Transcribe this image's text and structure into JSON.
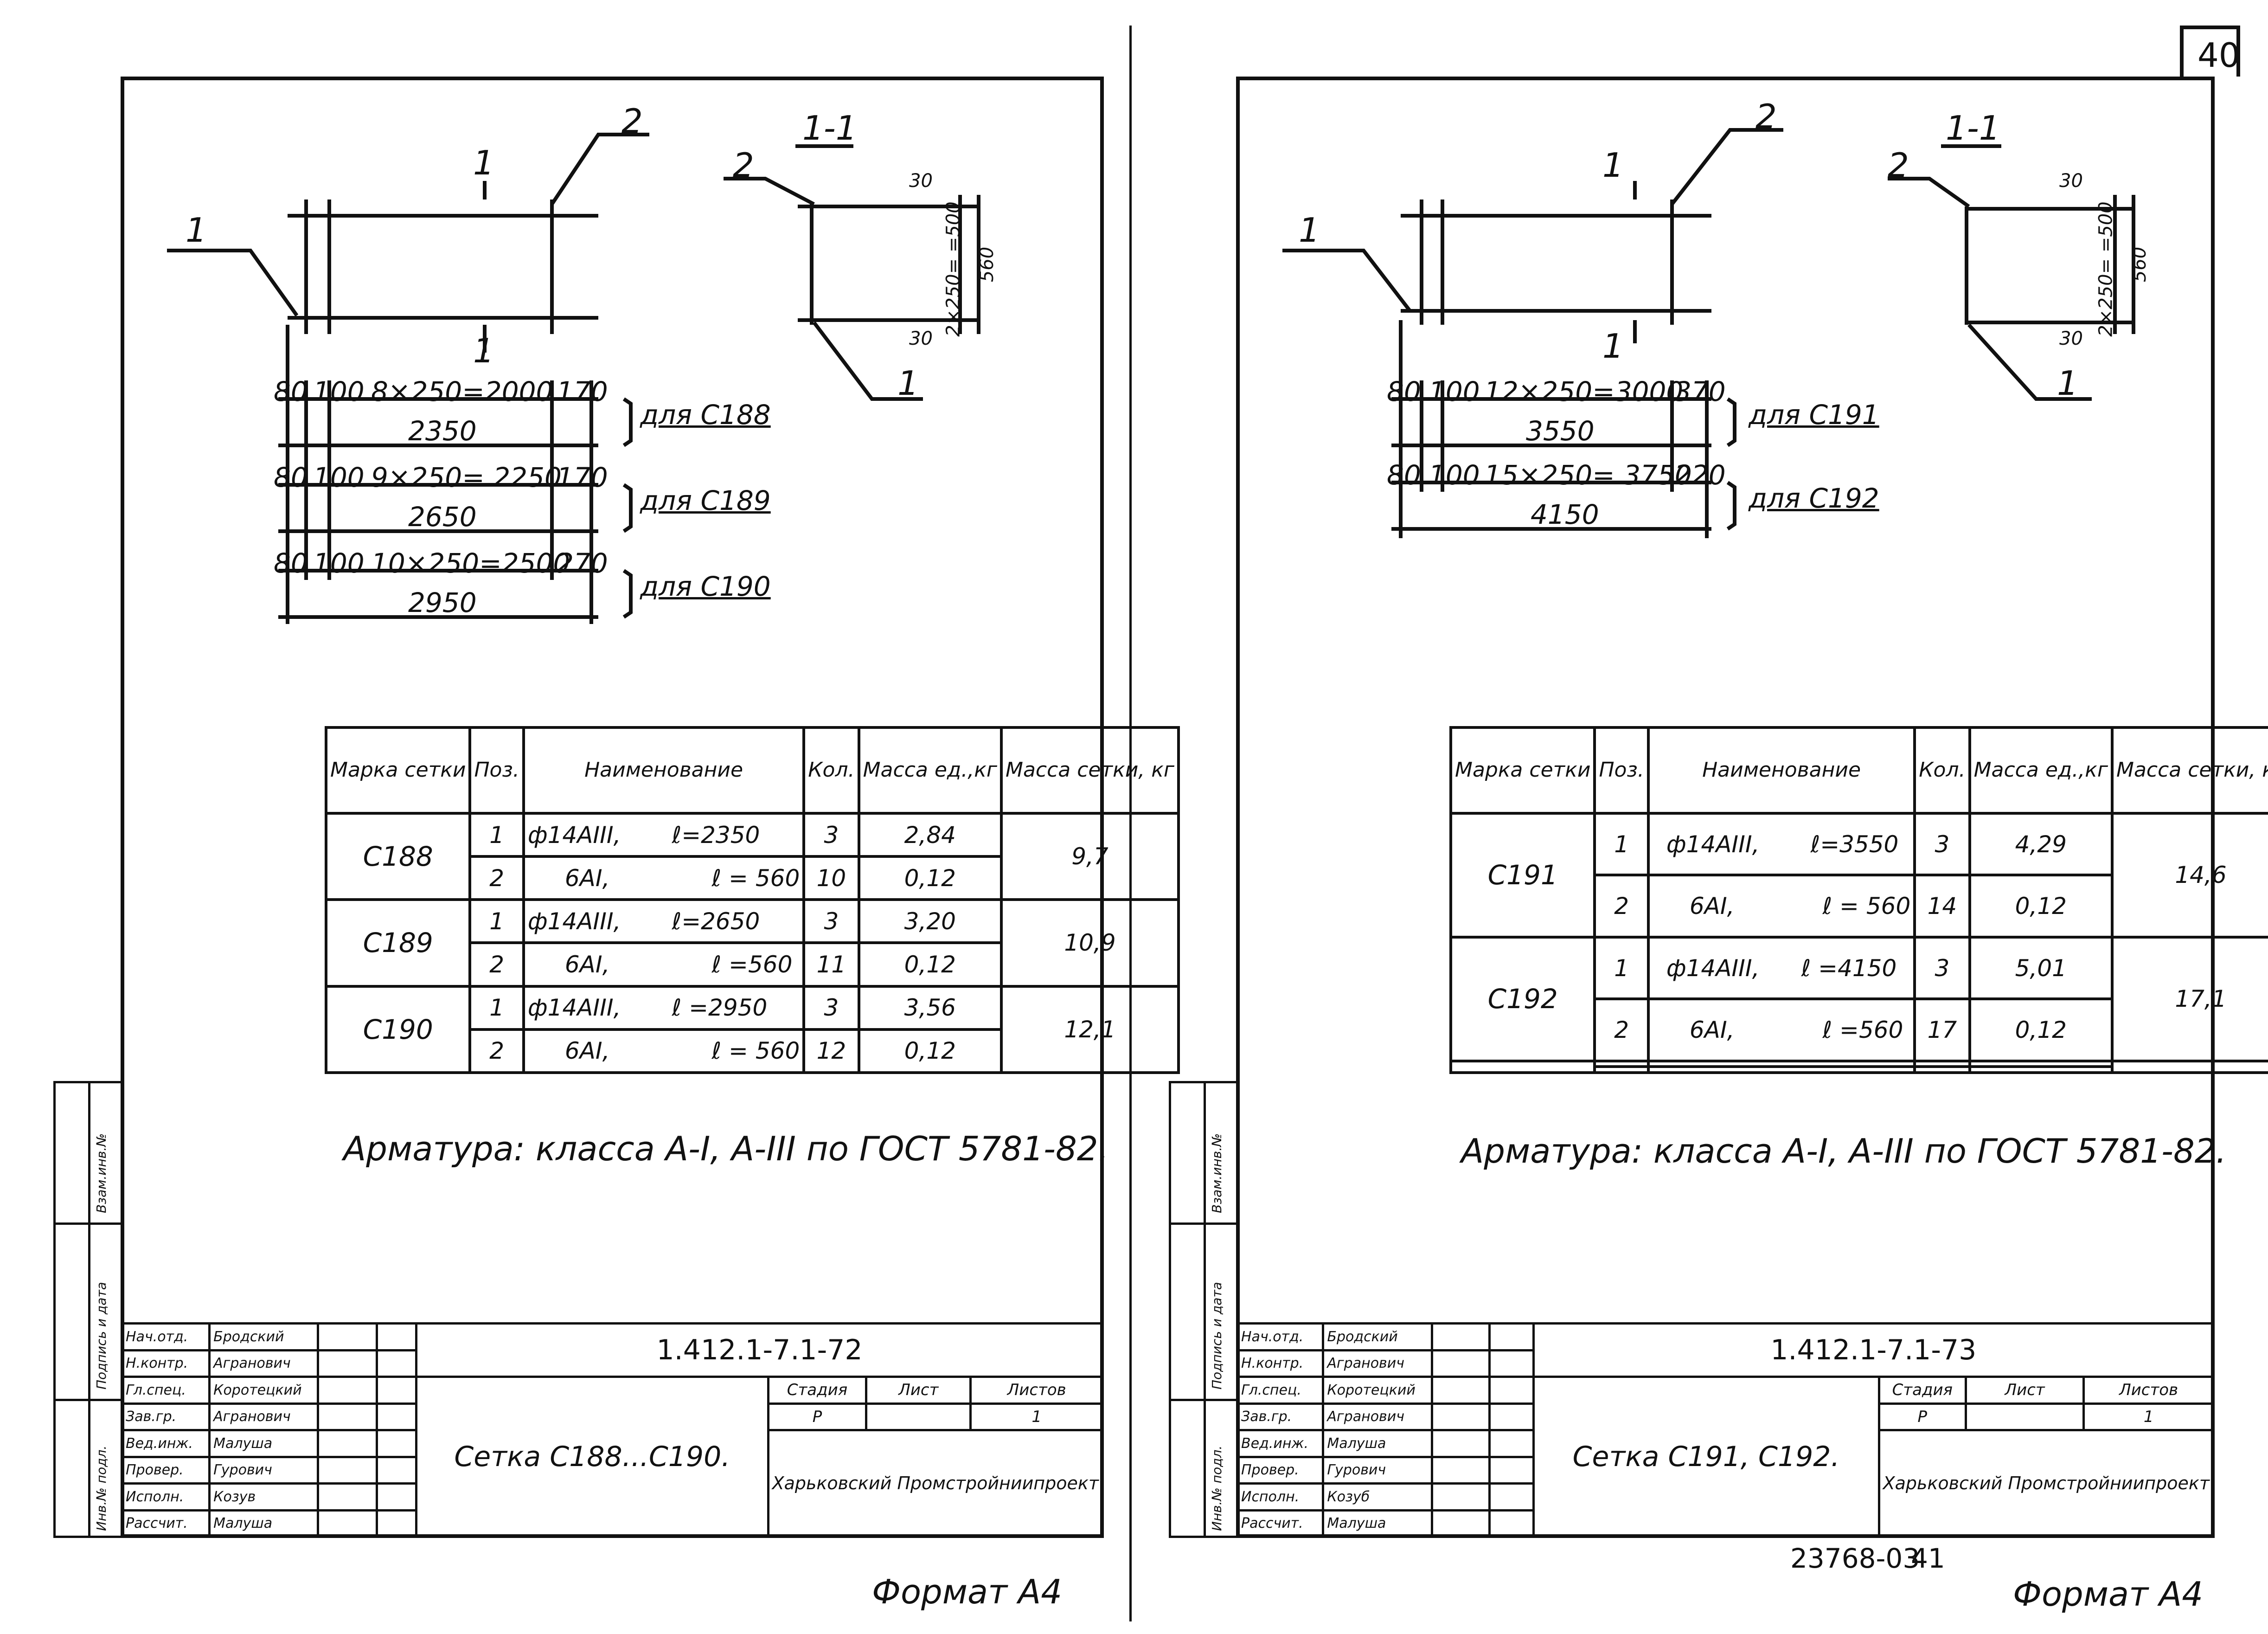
{
  "page_number": "40",
  "bottom_stamp": {
    "number": "23768-03",
    "page": "41"
  },
  "left": {
    "section_label": "1-1",
    "dim_1_1_top": "30",
    "dim_1_1_mid": "2×250= =500",
    "dim_1_1_right": "560",
    "dim_1_1_bottom": "30",
    "leader_1": "1",
    "leader_2": "2",
    "sec_mark": "1",
    "sec_leader_2": "2",
    "sec_leader_1": "1",
    "dim_rows": [
      {
        "a": "80",
        "b": "100",
        "mid": "8×250=2000",
        "end": "170",
        "total": "2350",
        "label": "для С188"
      },
      {
        "a": "80",
        "b": "100",
        "mid": "9×250= 2250",
        "end": "170",
        "total": "2650",
        "label": "для С189"
      },
      {
        "a": "80",
        "b": "100",
        "mid": "10×250=2500",
        "end": "270",
        "total": "2950",
        "label": "для С190"
      }
    ],
    "table": {
      "headers": [
        "Марка сетки",
        "Поз.",
        "Наименование",
        "Кол.",
        "Масса ед.,кг",
        "Масса сетки, кг"
      ],
      "groups": [
        {
          "mark": "С188",
          "total": "9,7",
          "rows": [
            {
              "pos": "1",
              "name": "ф14АIII,",
              "len": "ℓ=2350",
              "qty": "3",
              "mass": "2,84"
            },
            {
              "pos": "2",
              "name": "6АI,",
              "len": "ℓ = 560",
              "qty": "10",
              "mass": "0,12"
            }
          ]
        },
        {
          "mark": "С189",
          "total": "10,9",
          "rows": [
            {
              "pos": "1",
              "name": "ф14АIII,",
              "len": "ℓ=2650",
              "qty": "3",
              "mass": "3,20"
            },
            {
              "pos": "2",
              "name": "6АI,",
              "len": "ℓ =560",
              "qty": "11",
              "mass": "0,12"
            }
          ]
        },
        {
          "mark": "С190",
          "total": "12,1",
          "rows": [
            {
              "pos": "1",
              "name": "ф14АIII,",
              "len": "ℓ =2950",
              "qty": "3",
              "mass": "3,56"
            },
            {
              "pos": "2",
              "name": "6АI,",
              "len": "ℓ = 560",
              "qty": "12",
              "mass": "0,12"
            }
          ]
        }
      ]
    },
    "note": "Арматура: класса А-I, А-III по ГОСТ 5781-82.",
    "title_block": {
      "code": "1.412.1-7.1-72",
      "name": "Сетка С188...С190.",
      "stage_label": "Стадия",
      "sheet_label": "Лист",
      "sheets_label": "Листов",
      "stage": "Р",
      "sheet": "",
      "sheets": "1",
      "org": "Харьковский Промстройниипроект",
      "roles": [
        {
          "role": "Нач.отд.",
          "name": "Бродский"
        },
        {
          "role": "Н.контр.",
          "name": "Агранович"
        },
        {
          "role": "Гл.спец.",
          "name": "Коротецкий"
        },
        {
          "role": "Зав.гр.",
          "name": "Агранович"
        },
        {
          "role": "Вед.инж.",
          "name": "Малушa"
        },
        {
          "role": "Провер.",
          "name": "Гурович"
        },
        {
          "role": "Исполн.",
          "name": "Козув"
        },
        {
          "role": "Рассчит.",
          "name": "Малуша"
        }
      ]
    },
    "format": "Формат А4"
  },
  "right": {
    "section_label": "1-1",
    "dim_1_1_top": "30",
    "dim_1_1_mid": "2×250= =500",
    "dim_1_1_right": "560",
    "dim_1_1_bottom": "30",
    "leader_1": "1",
    "leader_2": "2",
    "sec_mark": "1",
    "sec_leader_2": "2",
    "sec_leader_1": "1",
    "dim_rows": [
      {
        "a": "80",
        "b": "100",
        "mid": "12×250=3000",
        "end": "370",
        "total": "3550",
        "label": "для С191"
      },
      {
        "a": "80",
        "b": "100",
        "mid": "15×250= 3750",
        "end": "220",
        "total": "4150",
        "label": "для С192"
      }
    ],
    "table": {
      "headers": [
        "Марка сетки",
        "Поз.",
        "Наименование",
        "Кол.",
        "Масса ед.,кг",
        "Масса сетки, кг"
      ],
      "groups": [
        {
          "mark": "С191",
          "total": "14,6",
          "rows": [
            {
              "pos": "1",
              "name": "ф14АIII,",
              "len": "ℓ=3550",
              "qty": "3",
              "mass": "4,29"
            },
            {
              "pos": "2",
              "name": "6АI,",
              "len": "ℓ = 560",
              "qty": "14",
              "mass": "0,12"
            }
          ]
        },
        {
          "mark": "С192",
          "total": "17,1",
          "rows": [
            {
              "pos": "1",
              "name": "ф14АIII,",
              "len": "ℓ =4150",
              "qty": "3",
              "mass": "5,01"
            },
            {
              "pos": "2",
              "name": "6АI,",
              "len": "ℓ =560",
              "qty": "17",
              "mass": "0,12"
            }
          ]
        }
      ]
    },
    "note": "Арматура: класса А-I, А-III по ГОСТ 5781-82.",
    "title_block": {
      "code": "1.412.1-7.1-73",
      "name": "Сетка С191, С192.",
      "stage_label": "Стадия",
      "sheet_label": "Лист",
      "sheets_label": "Листов",
      "stage": "Р",
      "sheet": "",
      "sheets": "1",
      "org": "Харьковский Промстройниипроект",
      "roles": [
        {
          "role": "Нач.отд.",
          "name": "Бродский"
        },
        {
          "role": "Н.контр.",
          "name": "Агранович"
        },
        {
          "role": "Гл.спец.",
          "name": "Коротецкий"
        },
        {
          "role": "Зав.гр.",
          "name": "Агранович"
        },
        {
          "role": "Вед.инж.",
          "name": "Малуша"
        },
        {
          "role": "Провер.",
          "name": "Гурович"
        },
        {
          "role": "Исполн.",
          "name": "Козуб"
        },
        {
          "role": "Рассчит.",
          "name": "Малуша"
        }
      ]
    },
    "format": "Формат А4"
  },
  "sidebar": [
    "Инв.№ подл.",
    "Подпись и дата",
    "Взам.инв.№"
  ]
}
